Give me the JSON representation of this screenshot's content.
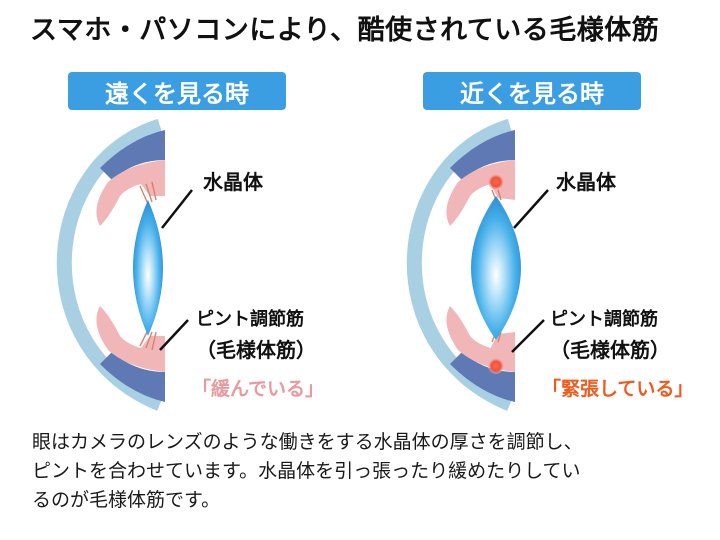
{
  "title": "スマホ・パソコンにより、酷使されている毛様体筋",
  "panels": [
    {
      "label": "遠くを見る時",
      "lens": "水晶体",
      "muscle_line1": "ピント調節筋",
      "muscle_line2": "（毛様体筋）",
      "state": "「緩んでいる」",
      "state_color": "#e89aa0"
    },
    {
      "label": "近くを見る時",
      "lens": "水晶体",
      "muscle_line1": "ピント調節筋",
      "muscle_line2": "（毛様体筋）",
      "state": "「緊張している」",
      "state_color": "#f05a1e"
    }
  ],
  "description": {
    "line1": "眼はカメラのレンズのような働きをする水晶体の厚さを調節し、",
    "line2": "ピントを合わせています。水晶体を引っ張ったり緩めたりしてい",
    "line3": "るのが毛様体筋です。"
  },
  "colors": {
    "label_bg": "#3b9ee2",
    "cornea": "#a9cfe3",
    "sclera": "#5f79b4",
    "ciliary": "#f0b6b8",
    "lens": "#3aa6e6",
    "tension_dot": "#f0523a"
  }
}
